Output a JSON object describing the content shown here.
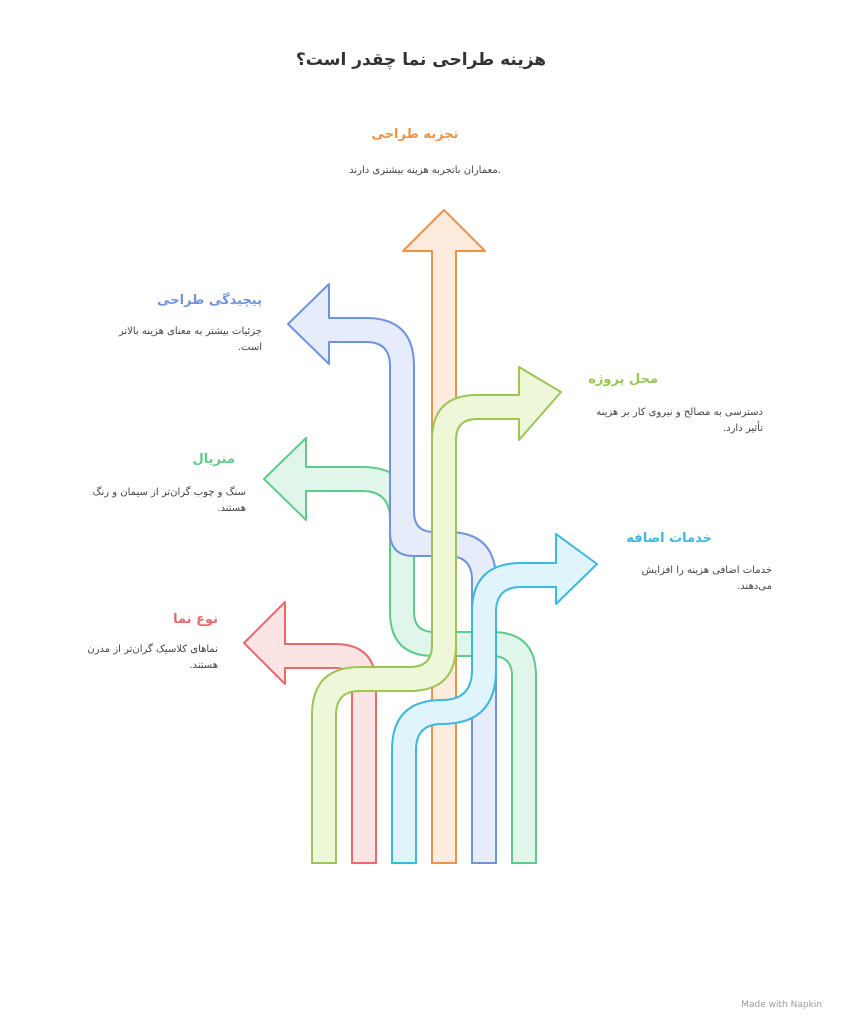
{
  "title": "هزینه طراحی نما چقدر است؟",
  "colors": {
    "orange": "#E8954A",
    "orange_fill": "#FDEBDD",
    "blue": "#6F94DE",
    "blue_fill": "#E6ECFA",
    "lime": "#9BC657",
    "lime_fill": "#EEF8D9",
    "green": "#5ECB8A",
    "green_fill": "#E0F6EA",
    "cyan": "#3CB8DE",
    "cyan_fill": "#E0F4FB",
    "red": "#E86A6A",
    "red_fill": "#FCE4E4"
  },
  "items": [
    {
      "key": "design_experience",
      "label": "تجربه طراحی",
      "desc": ".معماران باتجربه هزینه بیشتری دارند",
      "color": "#E8954A"
    },
    {
      "key": "design_complexity",
      "label": "پیچیدگی طراحی",
      "desc": "جزئیات بیشتر به معنای هزینه بالاتر است.",
      "color": "#6F94DE"
    },
    {
      "key": "project_location",
      "label": "محل پروژه",
      "desc": "دسترسی به مصالح و نیروی کار بر هزینه تأثیر دارد.",
      "color": "#9BC657"
    },
    {
      "key": "material",
      "label": "متریال",
      "desc": "سنگ و چوب گران‌تر از سیمان و رنگ هستند.",
      "color": "#5ECB8A"
    },
    {
      "key": "extra_services",
      "label": "خدمات اضافه",
      "desc": "خدمات اضافی هزینه را افزایش می‌دهند.",
      "color": "#3CB8DE"
    },
    {
      "key": "facade_type",
      "label": "نوع نما",
      "desc": "نماهای کلاسیک گران‌تر از مدرن هستند.",
      "color": "#E86A6A"
    }
  ],
  "footer": "Made with Napkin"
}
